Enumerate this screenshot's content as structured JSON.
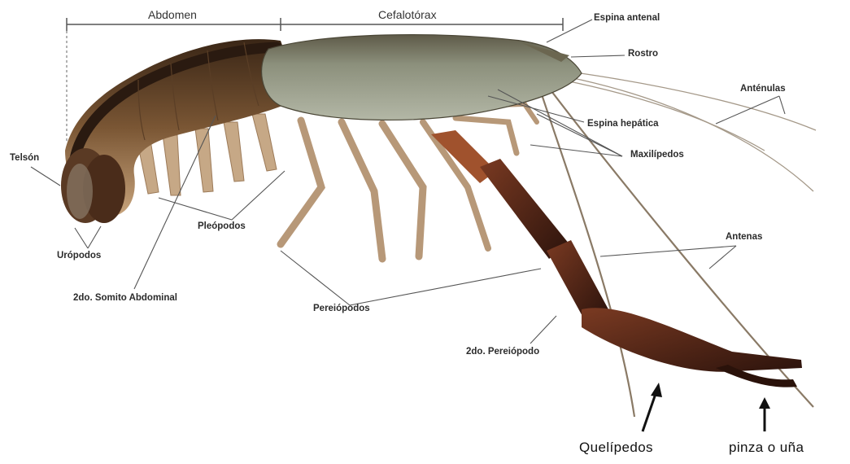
{
  "header": {
    "abdomen": "Abdomen",
    "cephalothorax": "Cefalotórax"
  },
  "labels": {
    "espina_antenal": "Espina antenal",
    "rostro": "Rostro",
    "antenulas": "Anténulas",
    "espina_hepatica": "Espina hepática",
    "maxilipedos": "Maxilípedos",
    "telson": "Telsón",
    "uropodos": "Urópodos",
    "pleopodos": "Pleópodos",
    "somito": "2do. Somito Abdominal",
    "pereiopodos": "Pereiópodos",
    "antenas": "Antenas",
    "segundo_pereiopodo": "2do. Pereiópodo",
    "quelipedos": "Quelípedos",
    "pinza": "pinza o uña"
  },
  "colors": {
    "carapace": "#9aa08c",
    "abdomen": "#6b4a2e",
    "dorsal_stripe": "#2a1a10",
    "legs": "#b89476",
    "claw": "#4a2216",
    "line": "#444444"
  }
}
